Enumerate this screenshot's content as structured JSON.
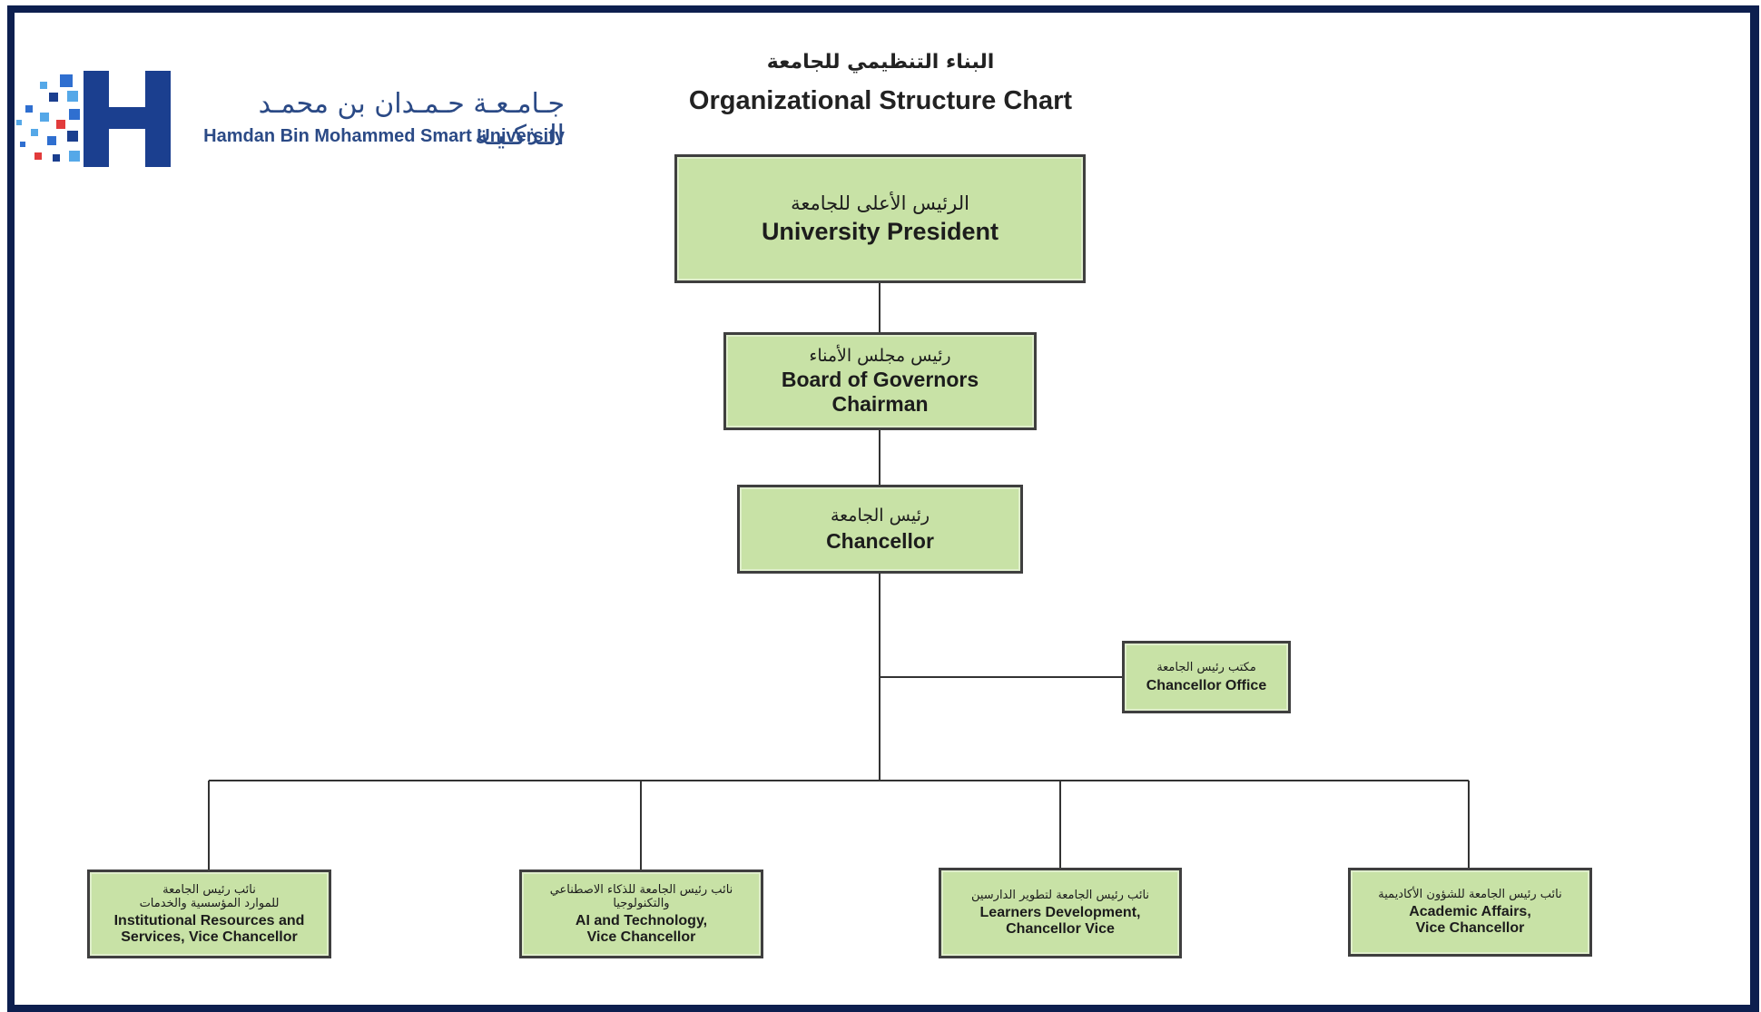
{
  "brand": {
    "name_ar": "جـامـعـة حـمـدان بن محمـد الـذكـيـة",
    "name_en": "Hamdan Bin Mohammed Smart University",
    "accent": "#2b4a86"
  },
  "title": {
    "ar": "البناء التنظيمي للجامعة",
    "en": "Organizational Structure Chart"
  },
  "nodes": {
    "president": {
      "ar": "الرئيس الأعلى للجامعة",
      "en": "University President"
    },
    "board": {
      "ar": "رئيس مجلس الأمناء",
      "en_line1": "Board of Governors",
      "en_line2": "Chairman"
    },
    "chancellor": {
      "ar": "رئيس الجامعة",
      "en": "Chancellor"
    },
    "office": {
      "ar": "مكتب رئيس الجامعة",
      "en": "Chancellor Office"
    },
    "vc_resources": {
      "ar_line1": "نائب رئيس الجامعة",
      "ar_line2": "للموارد المؤسسية والخدمات",
      "en_line1": "Institutional Resources and",
      "en_line2": "Services, Vice Chancellor"
    },
    "vc_ai": {
      "ar_line1": "نائب رئيس الجامعة للذكاء الاصطناعي",
      "ar_line2": "والتكنولوجيا",
      "en_line1": "AI and Technology,",
      "en_line2": "Vice Chancellor"
    },
    "vc_learners": {
      "ar": "نائب رئيس الجامعة لتطوير الدارسين",
      "en_line1": "Learners Development,",
      "en_line2": "Chancellor Vice"
    },
    "vc_academic": {
      "ar": "نائب رئيس الجامعة للشؤون الأكاديمية",
      "en_line1": "Academic Affairs,",
      "en_line2": "Vice Chancellor"
    }
  },
  "colors": {
    "box_fill": "#c8e2a6",
    "box_border": "#3f3f3f",
    "frame": "#0d1f4f"
  }
}
